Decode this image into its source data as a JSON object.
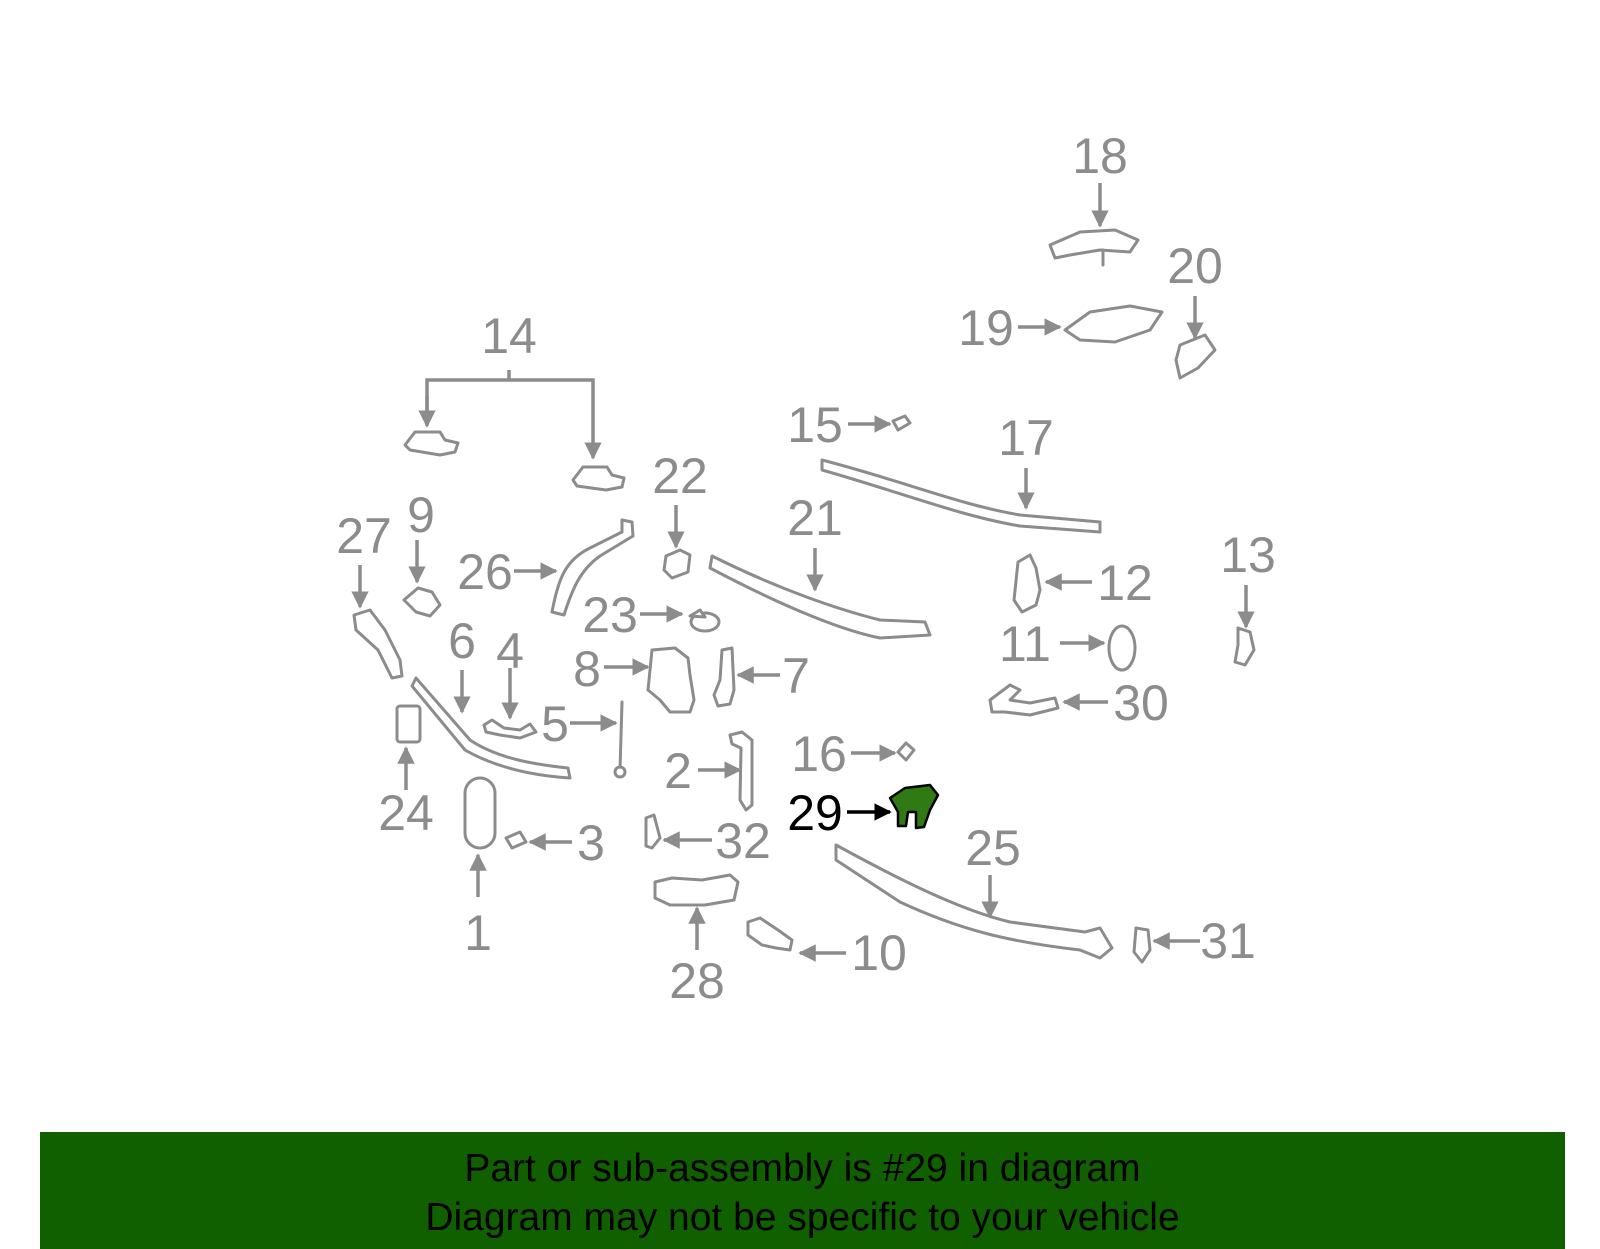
{
  "diagram": {
    "highlighted_part": "29",
    "callouts": [
      "1",
      "2",
      "3",
      "4",
      "5",
      "6",
      "7",
      "8",
      "9",
      "10",
      "11",
      "12",
      "13",
      "14",
      "15",
      "16",
      "17",
      "18",
      "19",
      "20",
      "21",
      "22",
      "23",
      "24",
      "25",
      "26",
      "27",
      "28",
      "29",
      "30",
      "31",
      "32"
    ],
    "colors": {
      "part_outline": "#8c8c8c",
      "highlight_fill": "#2f7a12",
      "banner_bg": "#116000"
    }
  },
  "banner": {
    "line1": "Part or sub-assembly is #29 in diagram",
    "line2": "Diagram may not be specific to your vehicle"
  }
}
